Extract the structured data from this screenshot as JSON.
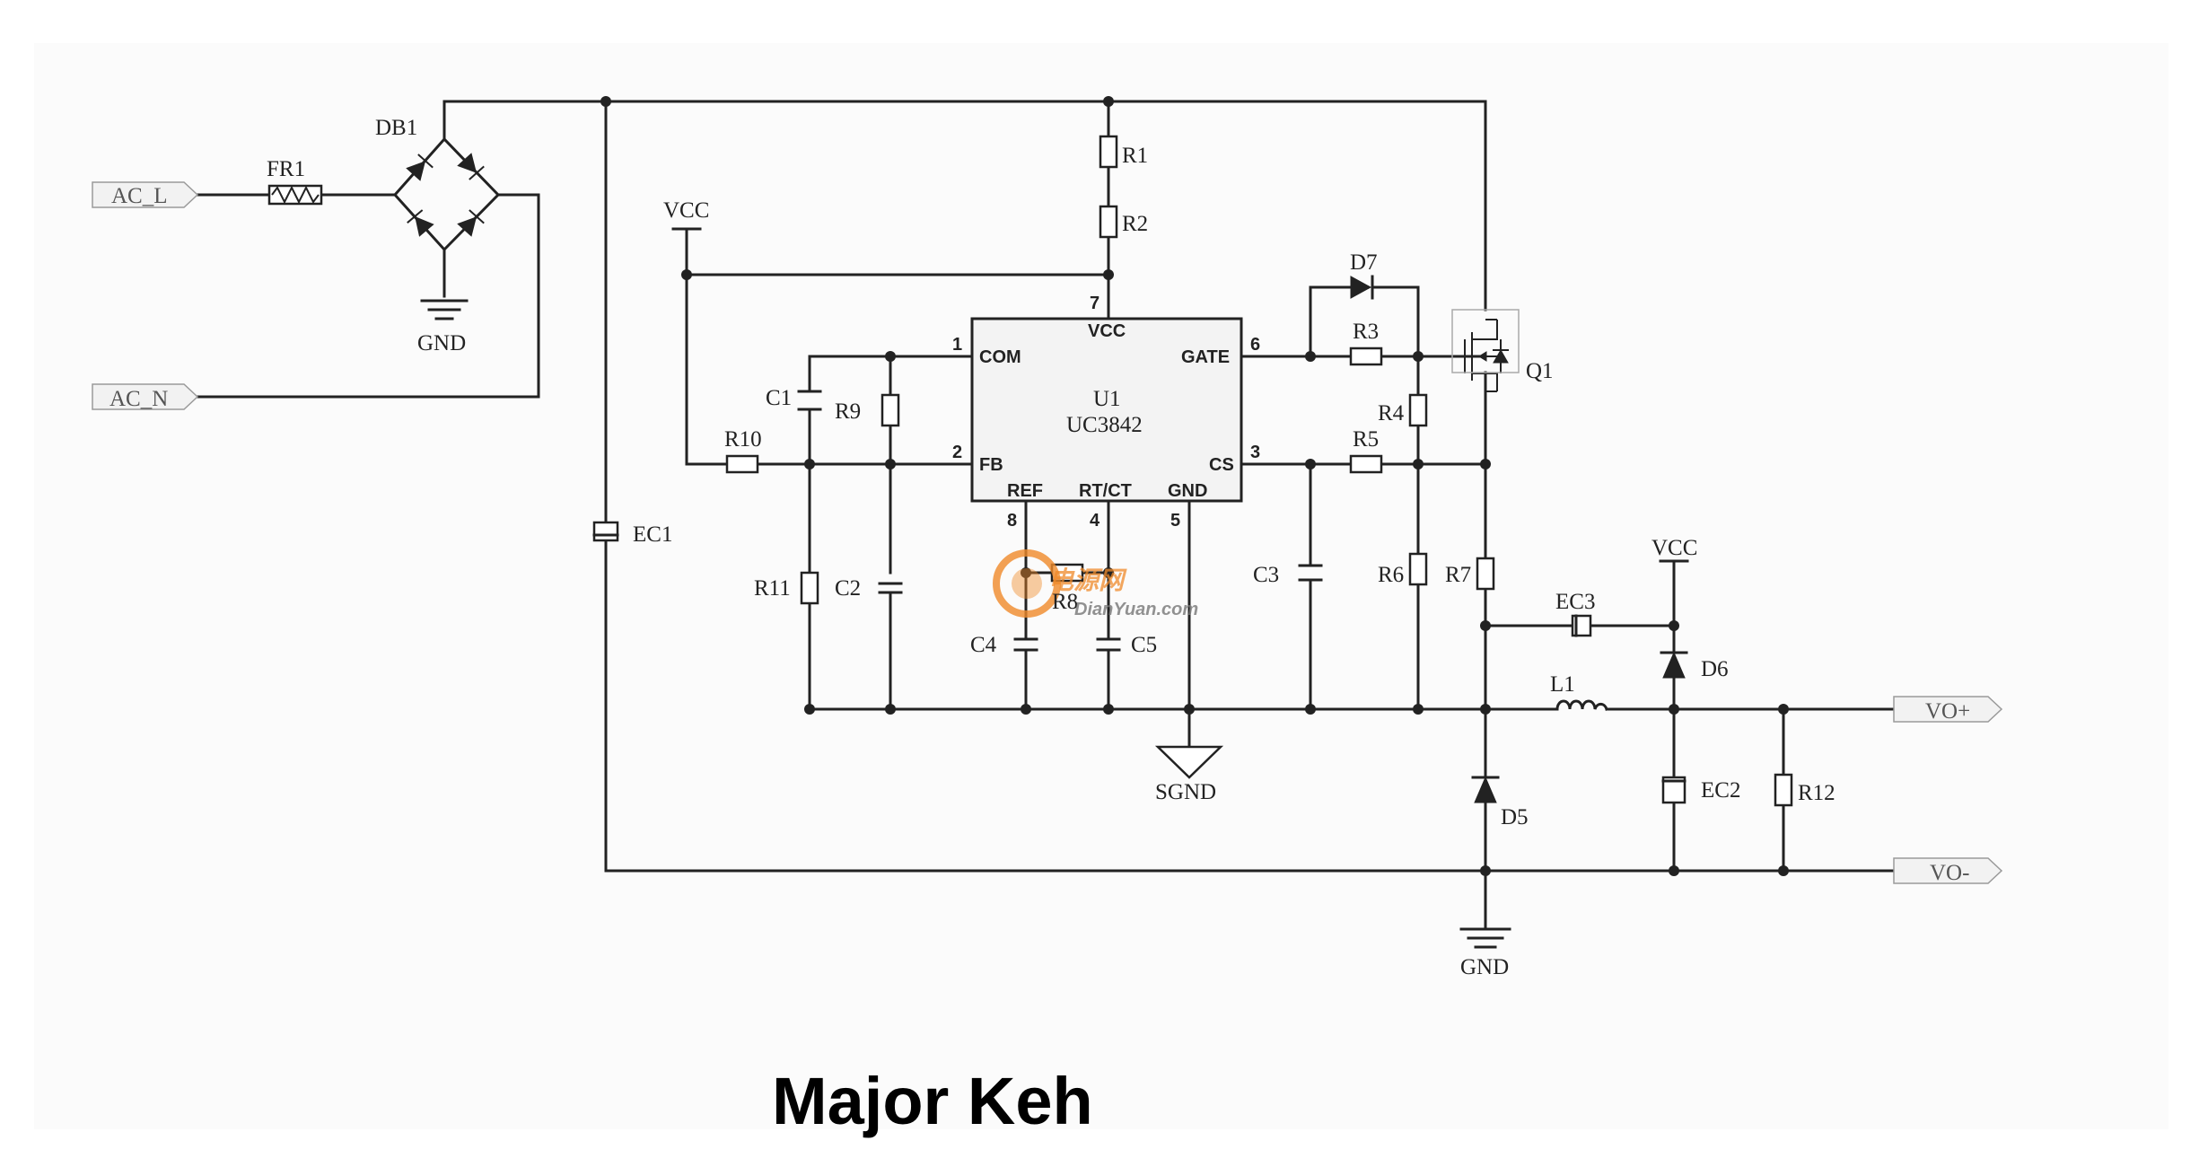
{
  "title": "Major Keh",
  "ports": {
    "ac_l": "AC_L",
    "ac_n": "AC_N",
    "vo_plus": "VO+",
    "vo_minus": "VO-"
  },
  "power": {
    "vcc_left": "VCC",
    "vcc_right": "VCC",
    "gnd_bridge": "GND",
    "gnd_main": "GND",
    "sgnd": "SGND"
  },
  "ic": {
    "ref": "U1",
    "part": "UC3842",
    "pins": {
      "com": "COM",
      "com_no": "1",
      "fb": "FB",
      "fb_no": "2",
      "cs": "CS",
      "cs_no": "3",
      "rtct": "RT/CT",
      "rtct_no": "4",
      "gnd": "GND",
      "gnd_no": "5",
      "gate": "GATE",
      "gate_no": "6",
      "vcc": "VCC",
      "vcc_no": "7",
      "ref": "REF",
      "ref_no": "8"
    }
  },
  "components": {
    "fr1": "FR1",
    "db1": "DB1",
    "ec1": "EC1",
    "r1": "R1",
    "r2": "R2",
    "r3": "R3",
    "r4": "R4",
    "r5": "R5",
    "r6": "R6",
    "r7": "R7",
    "r8": "R8",
    "r9": "R9",
    "r10": "R10",
    "r11": "R11",
    "r12": "R12",
    "c1": "C1",
    "c2": "C2",
    "c3": "C3",
    "c4": "C4",
    "c5": "C5",
    "d5": "D5",
    "d6": "D6",
    "d7": "D7",
    "q1": "Q1",
    "l1": "L1",
    "ec2": "EC2",
    "ec3": "EC3"
  },
  "watermark": {
    "cn": "电源网",
    "en": "DianYuan.com"
  },
  "colors": {
    "wire": "#222222",
    "watermark": "#f08a2a",
    "port_fill": "#f2f2f2"
  }
}
